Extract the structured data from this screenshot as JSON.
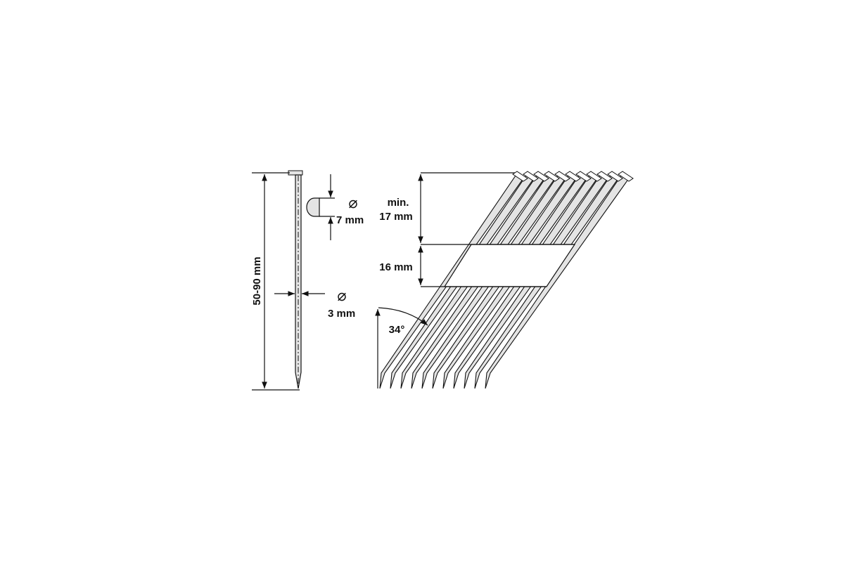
{
  "diagram": {
    "length_label": "50-90 mm",
    "head_diameter_symbol": "⌀",
    "head_diameter_label": "7 mm",
    "shank_diameter_symbol": "⌀",
    "shank_diameter_label": "3 mm",
    "min_label_line1": "min.",
    "min_label_line2": "17 mm",
    "strip_label": "16 mm",
    "angle_label": "34°",
    "nail_count": 11,
    "colors": {
      "line": "#111111",
      "nail_fill": "#e4e4e4",
      "background": "#ffffff"
    }
  }
}
